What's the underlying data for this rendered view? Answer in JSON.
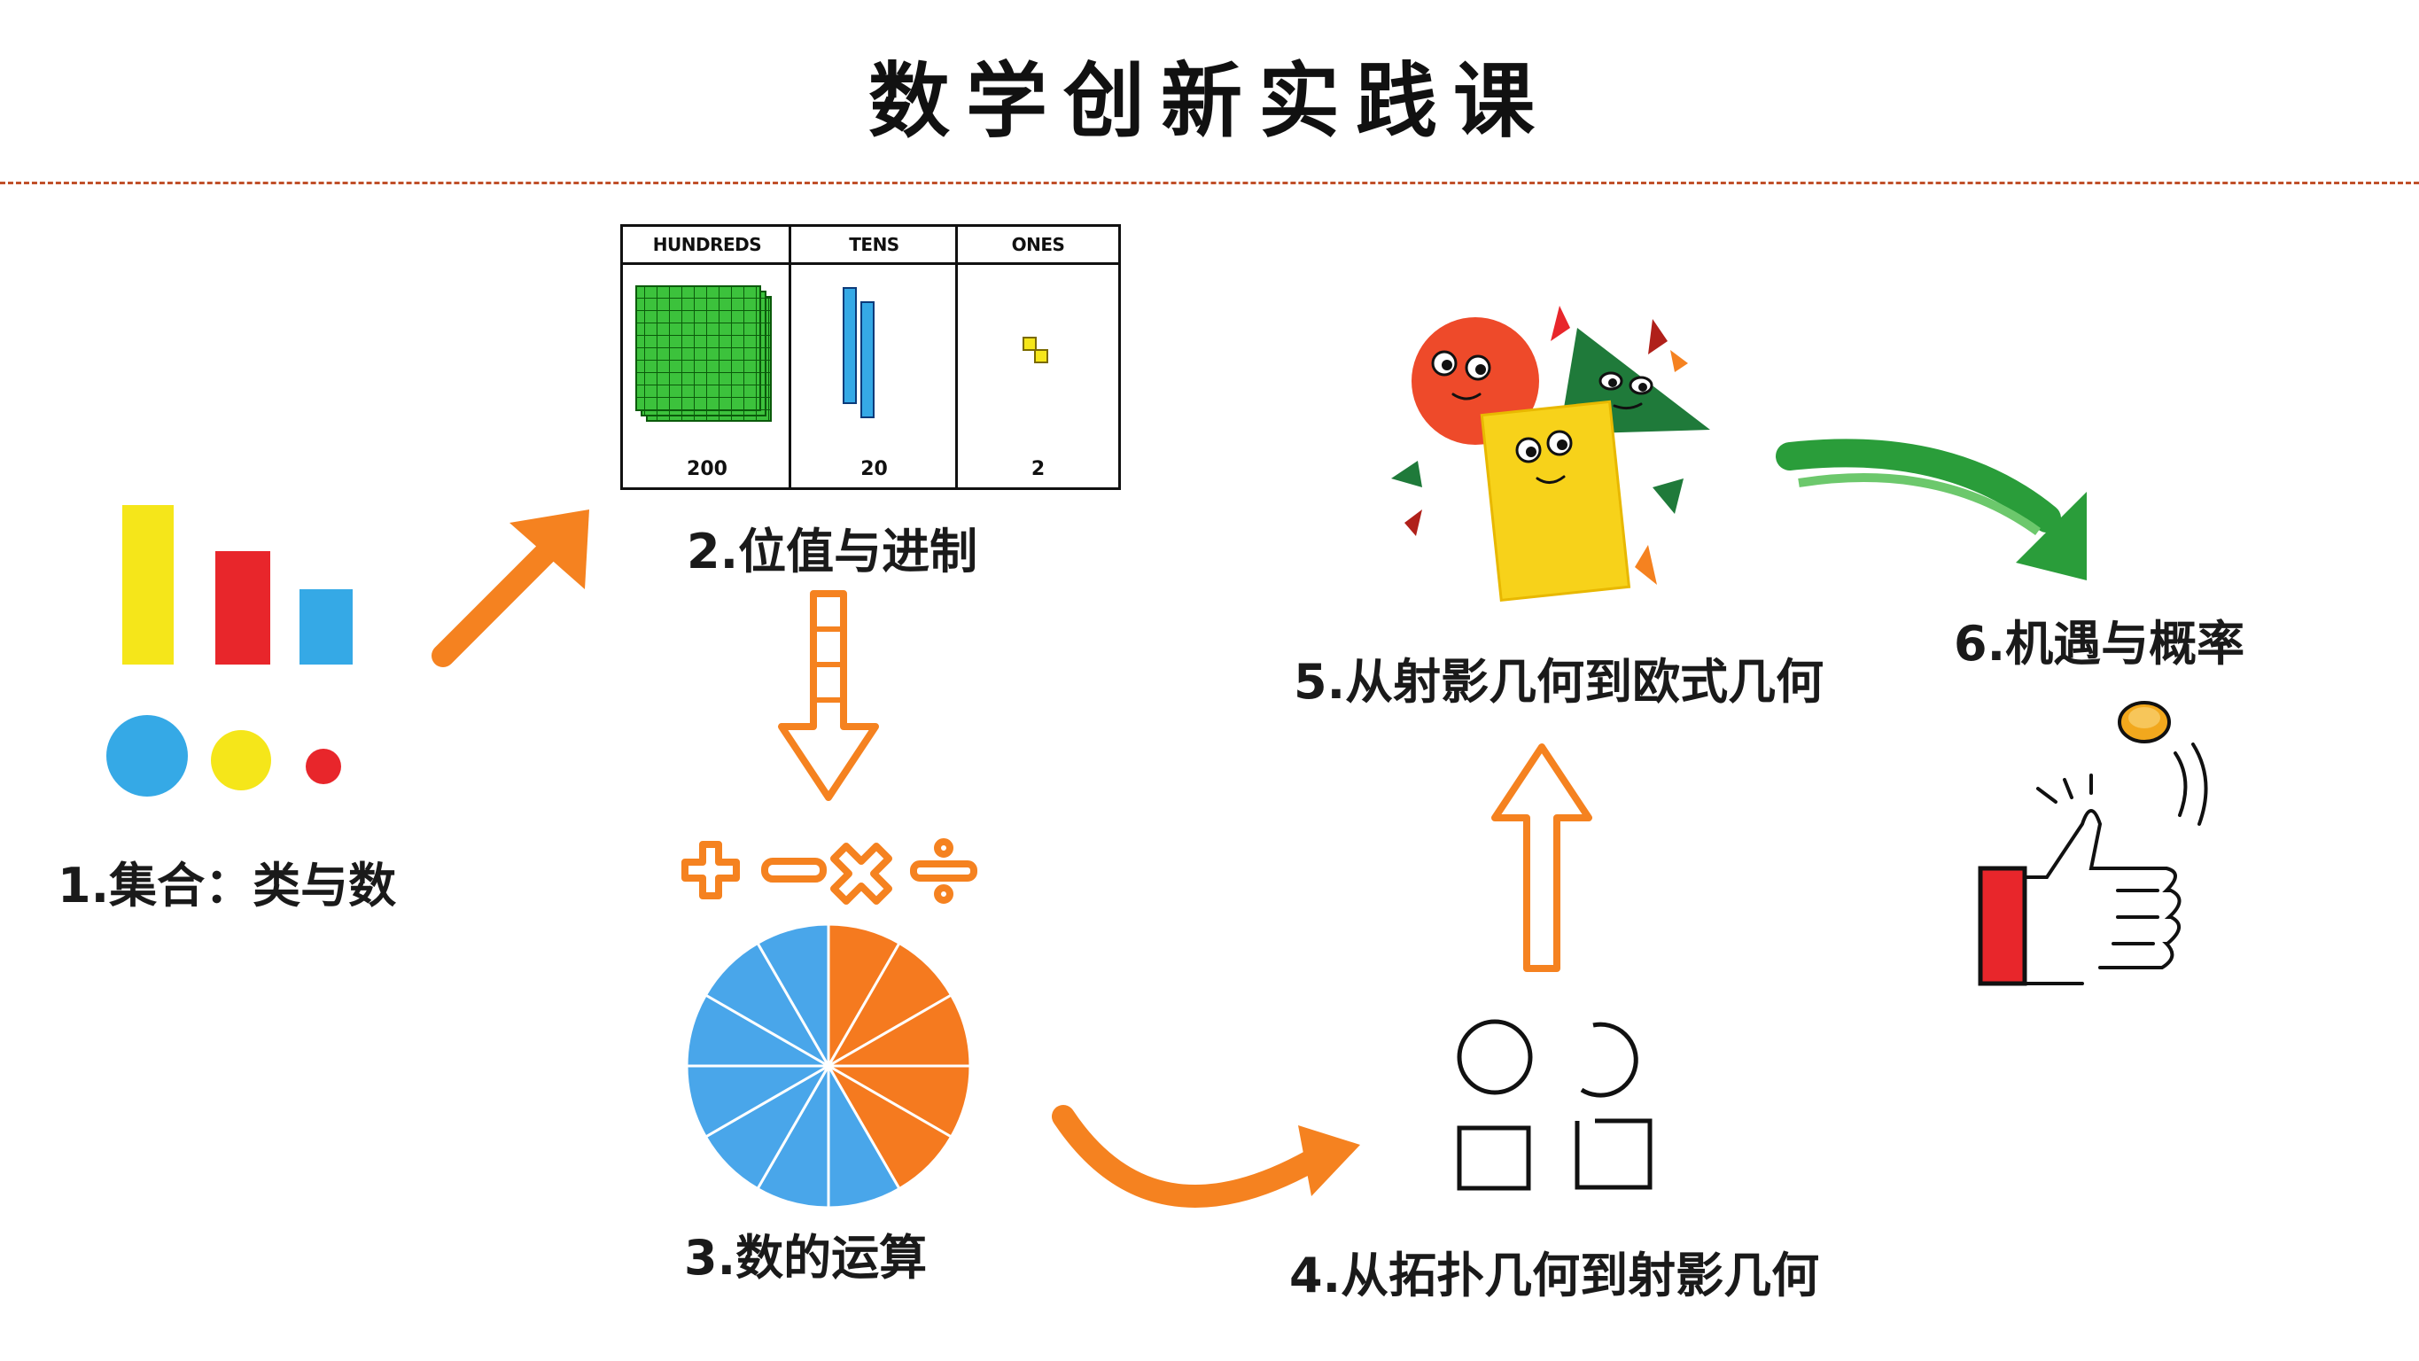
{
  "title": "数学创新实践课",
  "steps": {
    "s1": "1.集合：类与数",
    "s2": "2.位值与进制",
    "s3": "3.数的运算",
    "s4": "4.从拓扑几何到射影几何",
    "s5": "5.从射影几何到欧式几何",
    "s6": "6.机遇与概率"
  },
  "place_value": {
    "headers": [
      "HUNDREDS",
      "TENS",
      "ONES"
    ],
    "values": [
      "200",
      "20",
      "2"
    ]
  },
  "operators": [
    "+",
    "−",
    "×",
    "÷"
  ],
  "icons": {
    "sets": "colored-bars-and-circles-icon",
    "blocks": "base-ten-blocks-icon",
    "pie": "fraction-pie-icon",
    "topology": "circles-and-squares-icon",
    "shapes": "smiling-shapes-icon",
    "coin": "coin-flip-thumb-icon"
  },
  "colors": {
    "orange": "#f58220",
    "green": "#2a9d3a",
    "yellow": "#f5e61a",
    "red": "#e8262b",
    "blue": "#35a9e6",
    "pie_blue": "#49a6ea",
    "pie_orange": "#f57a1f"
  }
}
